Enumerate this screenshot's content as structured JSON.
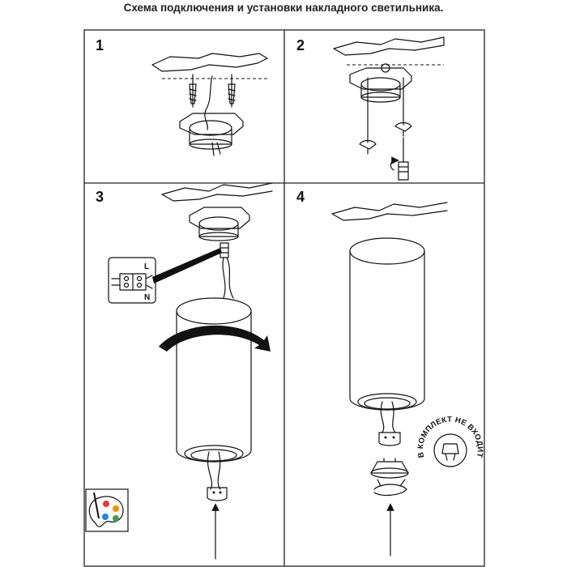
{
  "title": "Схема подключения и установки накладного светильника.",
  "steps": [
    "1",
    "2",
    "3",
    "4"
  ],
  "wiring": {
    "live": "L",
    "neutral": "N"
  },
  "bulb_note": "В КОМПЛЕКТ НЕ ВХОДИТ",
  "icons": [
    "ceiling-icon",
    "mounting-bracket-icon",
    "screw-icon",
    "dowel-icon",
    "screwdriver-icon",
    "terminal-block-icon",
    "lamp-body-icon",
    "rotation-arrow-icon",
    "gu10-socket-icon",
    "gu10-bulb-icon",
    "retaining-ring-icon",
    "palette-icon"
  ],
  "colors": {
    "line": "#111111",
    "background": "#ffffff"
  }
}
